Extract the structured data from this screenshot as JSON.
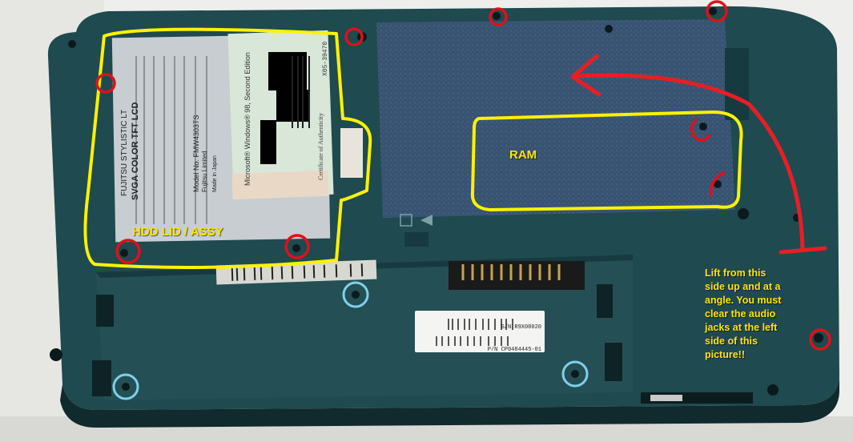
{
  "annotations": {
    "hdd_label": "HDD LID / ASSY",
    "ram_label": "RAM",
    "lift_note": "Lift from this\nside up and at a\nangle. You must\nclear the audio\njacks at the left\nside of this\npicture!!"
  },
  "sticker": {
    "coa_title": "Certificate of Authenticity",
    "coa_product": "Microsoft® Windows® 98, Second Edition",
    "coa_code": "X05-39470",
    "model_no": "Model No. FMW4303TS",
    "made_in": "Made in Japan",
    "maker": "Fujitsu Limited",
    "brand_line": "FUJITSU STYLISTIC LT",
    "display_line": "SVGA COLOR TFT LCD"
  },
  "serial_sticker": {
    "serial_line": "S/N  R9X08020",
    "part_line": "P/N  CP0484445-01"
  },
  "colors": {
    "chassis": "#1f4a4f",
    "screw_marker": "#e0101a",
    "highlight_outline": "#fff200",
    "blue_marker": "#7fd0ea",
    "arrow": "#e81e25",
    "caption_text": "#ffe600"
  }
}
